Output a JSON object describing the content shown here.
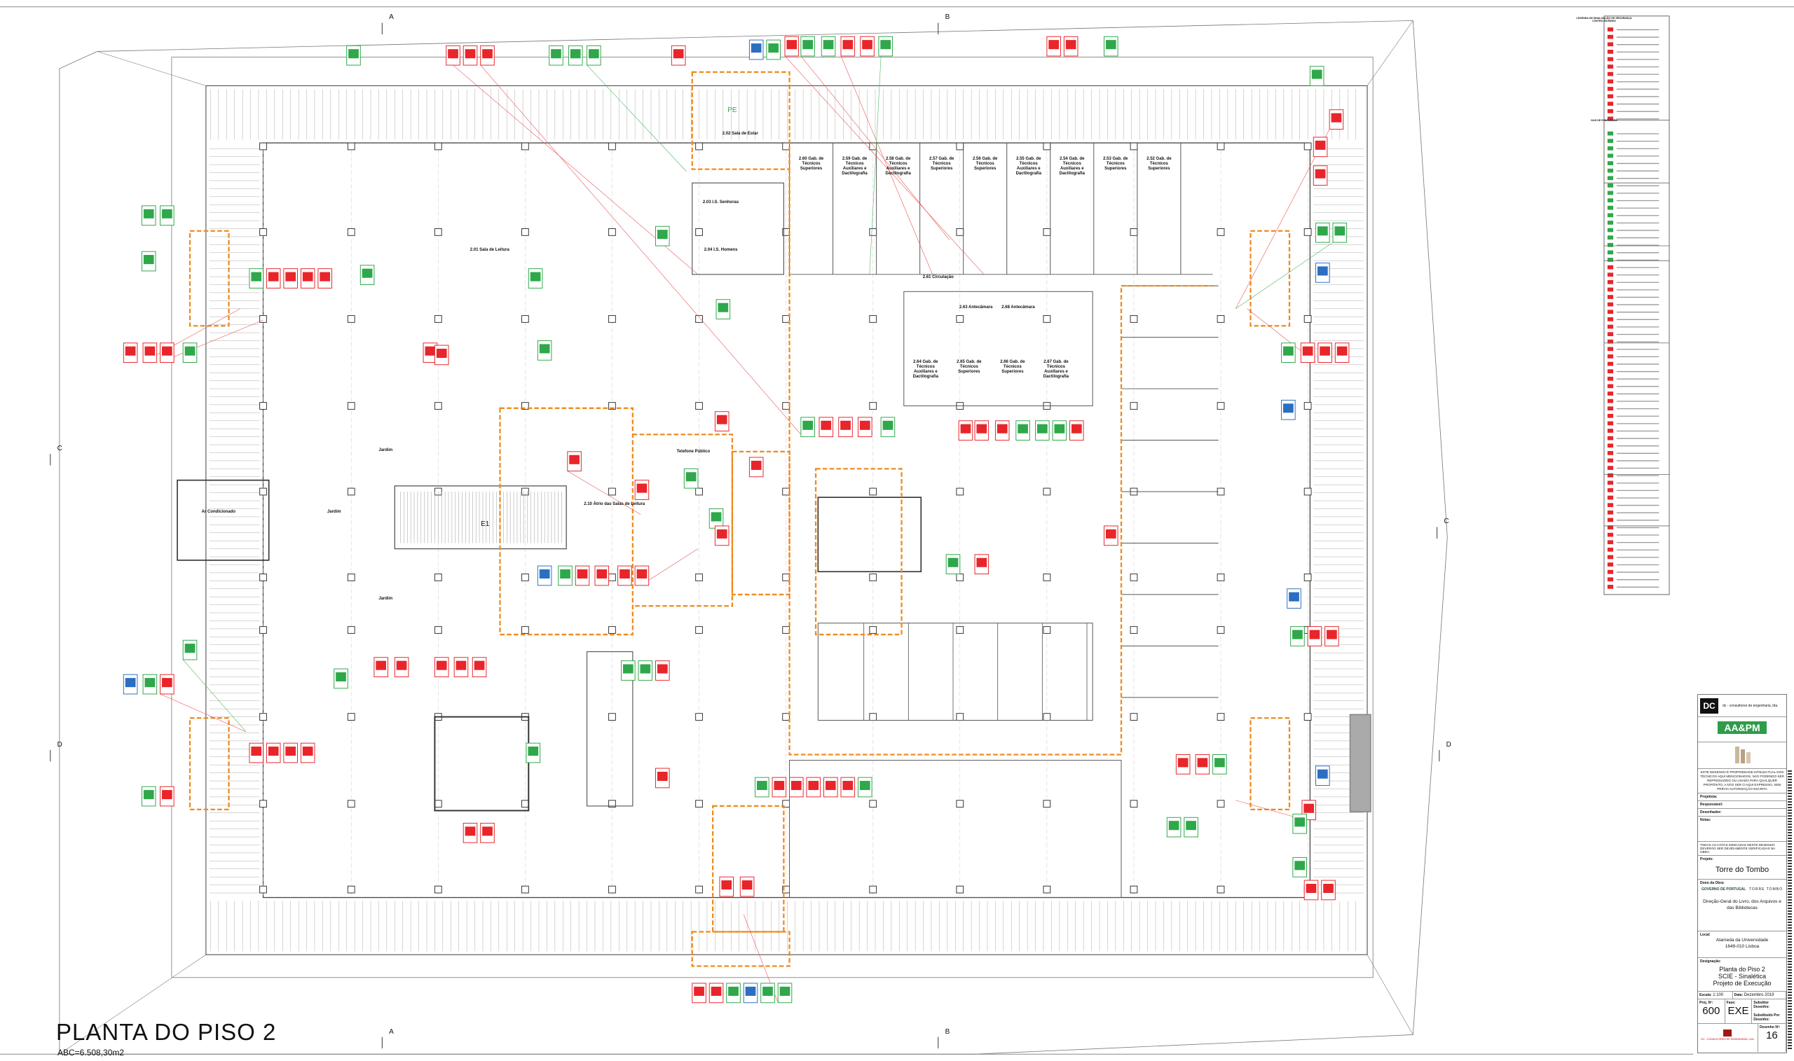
{
  "drawing": {
    "title": "PLANTA DO PISO 2",
    "area": "ABC=6.508,30m2",
    "section_markers": [
      "A",
      "B",
      "C",
      "D"
    ],
    "rooms": [
      {
        "id": "sala-estar",
        "name": "2.02 Sala de Estar"
      },
      {
        "id": "is-senhoras",
        "name": "2.03 I.S. Senhoras"
      },
      {
        "id": "is-homens",
        "name": "2.04 I.S. Homens"
      },
      {
        "id": "gab-260",
        "name": "2.60 Gab. de Técnicos Superiores"
      },
      {
        "id": "gab-259",
        "name": "2.59 Gab. de Técnicos Auxiliares e Dactilografia"
      },
      {
        "id": "gab-258",
        "name": "2.58 Gab. de Técnicos Auxiliares e Dactilografia"
      },
      {
        "id": "gab-257",
        "name": "2.57 Gab. de Técnicos Superiores"
      },
      {
        "id": "gab-256",
        "name": "2.56 Gab. de Técnicos Superiores"
      },
      {
        "id": "gab-255",
        "name": "2.55 Gab. de Técnicos Auxiliares e Dactilografia"
      },
      {
        "id": "gab-254",
        "name": "2.54 Gab. de Técnicos Auxiliares e Dactilografia"
      },
      {
        "id": "gab-253",
        "name": "2.53 Gab. de Técnicos Superiores"
      },
      {
        "id": "gab-252",
        "name": "2.52 Gab. de Técnicos Superiores"
      },
      {
        "id": "circ-261",
        "name": "2.61 Circulação"
      },
      {
        "id": "antecamara-263",
        "name": "2.63 Antecâmara"
      },
      {
        "id": "antecamara-268",
        "name": "2.68 Antecâmara"
      },
      {
        "id": "gab-264",
        "name": "2.64 Gab. de Técnicos Auxiliares e Dactilografia"
      },
      {
        "id": "gab-265",
        "name": "2.65 Gab. de Técnicos Superiores"
      },
      {
        "id": "gab-266",
        "name": "2.66 Gab. de Técnicos Superiores"
      },
      {
        "id": "gab-267",
        "name": "2.67 Gab. de Técnicos Auxiliares e Dactilografia"
      },
      {
        "id": "sala-leitura",
        "name": "2.01 Sala de Leitura"
      },
      {
        "id": "jardim-1",
        "name": "Jardim"
      },
      {
        "id": "jardim-2",
        "name": "Jardim"
      },
      {
        "id": "jardim-3",
        "name": "Jardim"
      },
      {
        "id": "ar-cond",
        "name": "Ar Condicionado"
      },
      {
        "id": "escada-e1",
        "name": "E1"
      },
      {
        "id": "atrio",
        "name": "2.10 Átrio das Salas de Leitura"
      },
      {
        "id": "telefone",
        "name": "Telefone Público"
      },
      {
        "id": "pe",
        "name": "PE"
      }
    ]
  },
  "legend": {
    "title": "LEGENDA DE SINALIZAÇÃO DE SEGURANÇA CONTRA INCÊNDIO",
    "section_2": "VIAS DE EVACUAÇÃO"
  },
  "title_block": {
    "dc_company": "dc - consultores de engenharia, lda.",
    "aapm": "AA&PM",
    "notice": "ESTE DESENHO É PROPRIEDADE INTELECTUAL DOS TÉCNICOS AQUI MENCIONADOS, NÃO PODENDO SER REPRODUZIDO OU USADO PARA QUALQUER PROPÓSITO, A NÃO SER O AQUI EXPRESSO, SEM PRÉVIA AUTORIZAÇÃO ESCRITA",
    "projetista_label": "Projetista:",
    "responsavel_label": "Responsável:",
    "desenhador_label": "Desenhador:",
    "notas_label": "Notas:",
    "cotas_note": "TODAS AS COTAS INDICADAS NESTE DESENHO DEVERÃO SER DEVIDAMENTE VERIFICADAS NA OBRA.",
    "projeto_label": "Projeto:",
    "projeto": "Torre do Tombo",
    "dono_label": "Dono da Obra:",
    "governo": "GOVERNO DE PORTUGAL",
    "torre_logo": "TORRE TOMBO",
    "dono": "Direção-Geral do Livro, dos Arquivos e das Bibliotecas",
    "local_label": "Local:",
    "local_1": "Alameda da Universidade",
    "local_2": "1649-010 Lisboa",
    "designacao_label": "Designação:",
    "designacao_1": "Planta do Piso 2",
    "designacao_2": "SCIE - Sinalética",
    "designacao_3": "Projeto de Execução",
    "escala_label": "Escala:",
    "escala": "1:100",
    "data_label": "Data:",
    "data": "Dezembro 2019",
    "proj_label": "Proj. Nº:",
    "proj": "600",
    "fase_label": "Fase:",
    "fase": "EXE",
    "substitui_label": "Substitui Desenho:",
    "substituido_label": "Substituído Por Desenho:",
    "desenho_label": "Desenho Nº:",
    "desenho": "16",
    "footer": "DC - CONSULTORES DE ENGENHARIA, LDA."
  },
  "colors": {
    "fire_red": "#e8252a",
    "exit_green": "#2ea84a",
    "compartment_orange": "#f08a1c",
    "info_blue": "#2b6fc2"
  }
}
